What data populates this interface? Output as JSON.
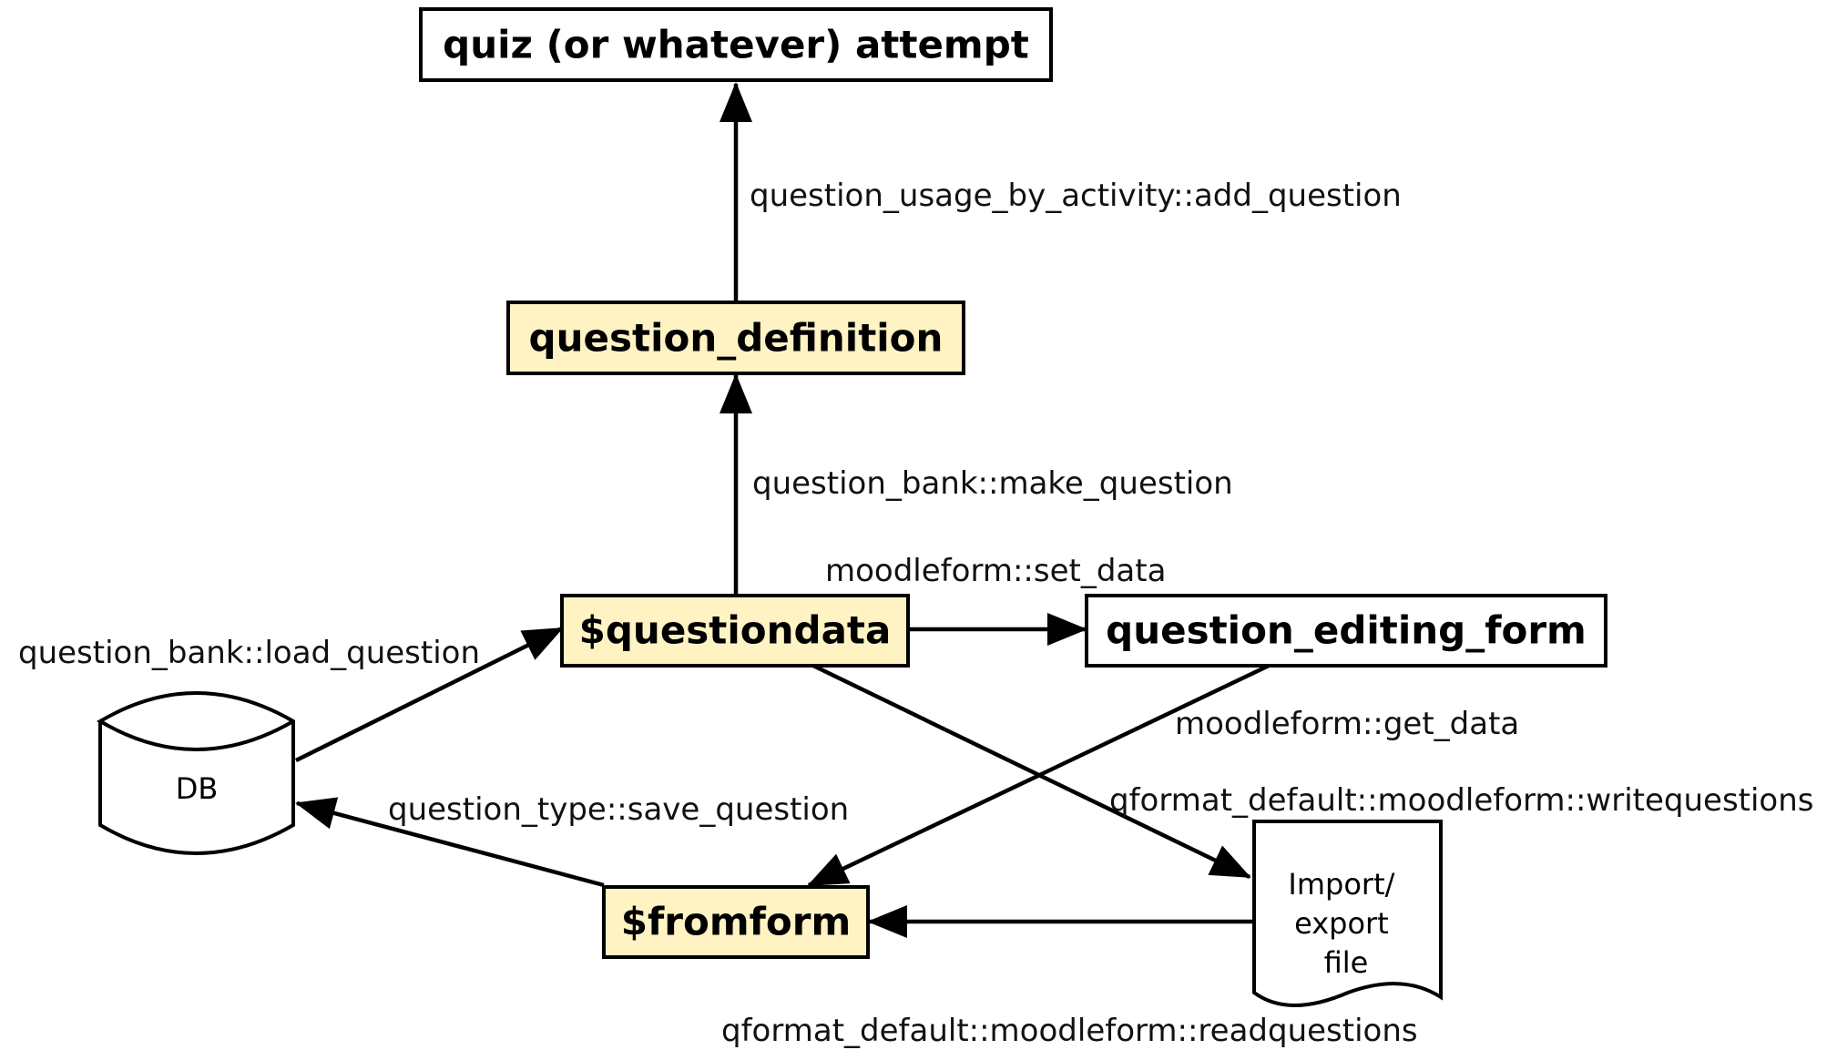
{
  "nodes": {
    "attempt": {
      "label": "quiz (or whatever) attempt",
      "fill": "#ffffff"
    },
    "question_definition": {
      "label": "question_definition",
      "fill": "#fff3c4"
    },
    "questiondata": {
      "label": "$questiondata",
      "fill": "#fff3c4"
    },
    "question_editing_form": {
      "label": "question_editing_form",
      "fill": "#ffffff"
    },
    "fromform": {
      "label": "$fromform",
      "fill": "#fff3c4"
    },
    "db": {
      "label": "DB"
    },
    "file": {
      "label_lines": [
        "Import/",
        "export",
        "file"
      ]
    }
  },
  "edges": {
    "add_question": "question_usage_by_activity::add_question",
    "make_question": "question_bank::make_question",
    "set_data": "moodleform::set_data",
    "load_question": "question_bank::load_question",
    "get_data": "moodleform::get_data",
    "writequestions": "qformat_default::moodleform::writequestions",
    "save_question": "question_type::save_question",
    "readquestions": "qformat_default::moodleform::readquestions"
  }
}
